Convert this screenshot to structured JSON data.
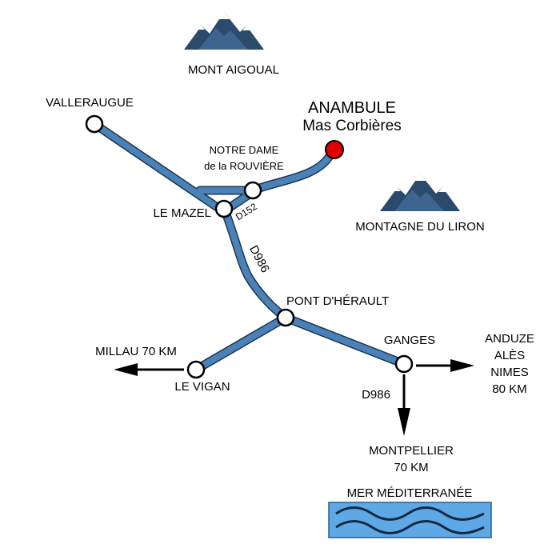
{
  "colors": {
    "road": "#4a82b8",
    "road_edge": "#1c3550",
    "mountain": "#2c4a6c",
    "destination": "#e00000",
    "sea": "#5fa8e6"
  },
  "destination": {
    "name": "ANAMBULE",
    "subtitle": "Mas Corbières"
  },
  "mountains": [
    {
      "icon": "mountain-icon",
      "label": "MONT AIGOUAL"
    },
    {
      "icon": "mountain-icon",
      "label": "MONTAGNE DU LIRON"
    }
  ],
  "places": {
    "valleraugue": "VALLERAUGUE",
    "notre_dame_line1": "NOTRE DAME",
    "notre_dame_line2": "de la ROUVIÈRE",
    "le_mazel": "LE MAZEL",
    "pont_herault": "PONT D'HÉRAULT",
    "le_vigan": "LE VIGAN",
    "ganges": "GANGES"
  },
  "roads": {
    "d152": "D152",
    "d986_north": "D986",
    "d986_south": "D986"
  },
  "directions": {
    "millau": "MILLAU 70 KM",
    "east_line1": "ANDUZE",
    "east_line2": "ALÈS",
    "east_line3": "NIMES",
    "east_line4": "80 KM",
    "montpellier_line1": "MONTPELLIER",
    "montpellier_line2": "70 KM"
  },
  "sea": {
    "label": "MER MÉDITERRANÉE",
    "icon": "waves-icon"
  }
}
